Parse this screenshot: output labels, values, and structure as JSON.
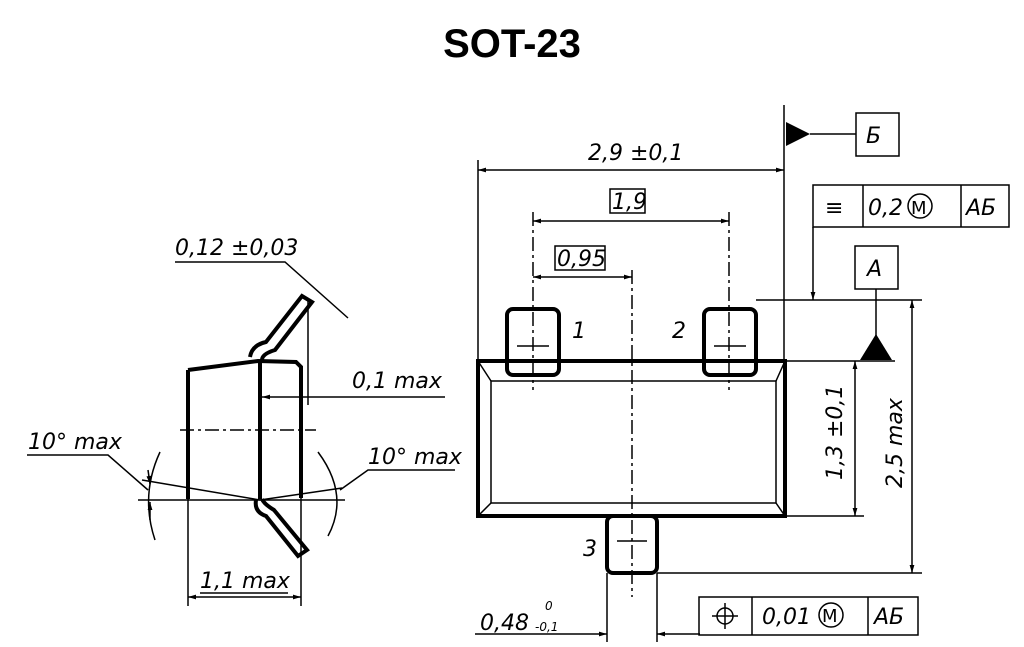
{
  "title": "SOT-23",
  "side_view": {
    "lead_thickness": "0,12 ±0,03",
    "standoff": "0,1 max",
    "angle_left": "10° max",
    "angle_right": "10° max",
    "height": "1,1 max"
  },
  "top_view": {
    "length": "2,9 ±0,1",
    "pitch_outer": "1,9",
    "pitch_half": "0,95",
    "body_width": "1,3 ±0,1",
    "total_width": "2,5 max",
    "lead_width": "0,48",
    "lead_width_upper_tol": "0",
    "lead_width_lower_tol": "-0,1",
    "pins": [
      "1",
      "2",
      "3"
    ],
    "datum_a": "А",
    "datum_b": "Б",
    "symmetry_frame": {
      "symbol": "≡",
      "tolerance": "0,2",
      "modifier": "M",
      "datums": "АБ"
    },
    "position_frame": {
      "symbol": "⌖",
      "tolerance": "0,01",
      "modifier": "M",
      "datums": "АБ"
    }
  }
}
